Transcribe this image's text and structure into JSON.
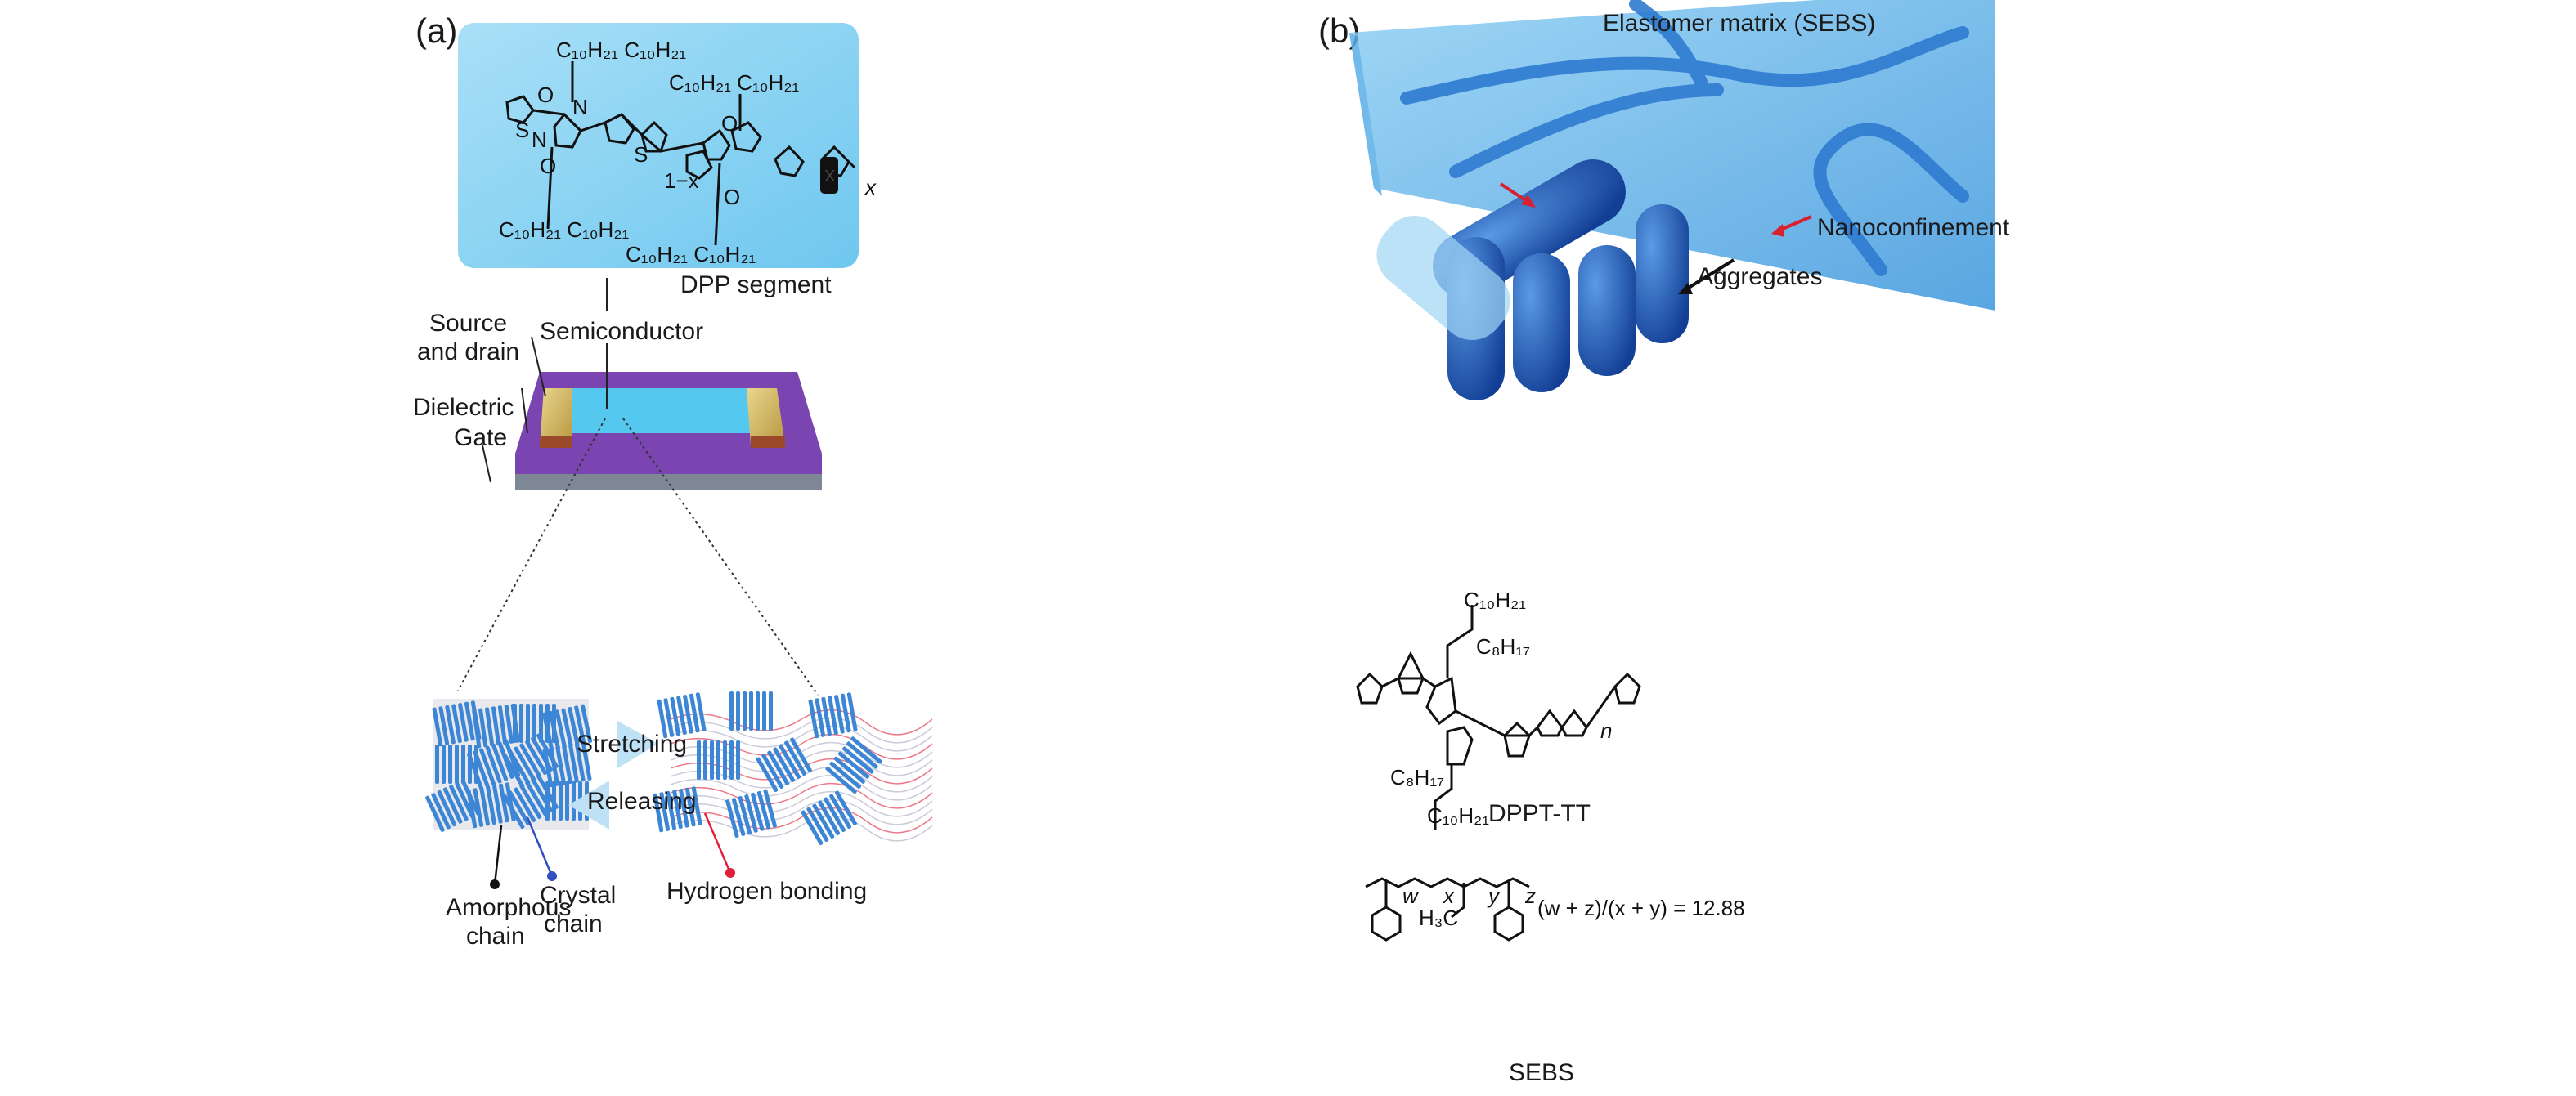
{
  "panel_a": {
    "label": "(a)",
    "molecule": {
      "alkyl_top_left": "C₁₀H₂₁  C₁₀H₂₁",
      "alkyl_bottom_left": "C₁₀H₂₁  C₁₀H₂₁",
      "alkyl_top_right": "C₁₀H₂₁  C₁₀H₂₁",
      "alkyl_bottom_right": "C₁₀H₂₁  C₁₀H₂₁",
      "subscript_1mx": "1−x",
      "subscript_x": "x",
      "block_label": "X",
      "atom_o": "O",
      "atom_n": "N",
      "atom_s": "S"
    },
    "dpp_segment": "DPP segment",
    "labels": {
      "source_drain_1": "Source",
      "source_drain_2": "and drain",
      "semiconductor": "Semiconductor",
      "dielectric": "Dielectric",
      "gate": "Gate",
      "stretching": "Stretching",
      "releasing": "Releasing",
      "amorphous_1": "Amorphous",
      "amorphous_2": "chain",
      "crystal_1": "Crystal",
      "crystal_2": "chain",
      "hydrogen_bonding": "Hydrogen bonding"
    },
    "colors": {
      "semiconductor": "#55c8f0",
      "dielectric": "#7a45b0",
      "gate": "#7d8796",
      "electrode": "#d4b860",
      "crystal": "#3d86d6",
      "hbond": "#e0203a"
    }
  },
  "panel_b": {
    "label": "(b)",
    "elastomer": "Elastomer matrix (SEBS)",
    "nanoconfinement": "Nanoconfinement",
    "aggregates": "Aggregates",
    "dppt": {
      "c10h21_top": "C₁₀H₂₁",
      "c8h17_top": "C₈H₁₇",
      "c8h17_bottom": "C₈H₁₇",
      "c10h21_bottom": "C₁₀H₂₁",
      "n_sub": "n",
      "name": "DPPT-TT"
    },
    "sebs": {
      "subs": [
        "w",
        "x",
        "y",
        "z"
      ],
      "h3c": "H₃C",
      "ratio": "(w + z)/(x + y) = 12.88",
      "name": "SEBS"
    },
    "colors": {
      "matrix": "#7cc6f0",
      "aggregate": "#1d55b8",
      "arrow_red": "#d8202f"
    }
  }
}
